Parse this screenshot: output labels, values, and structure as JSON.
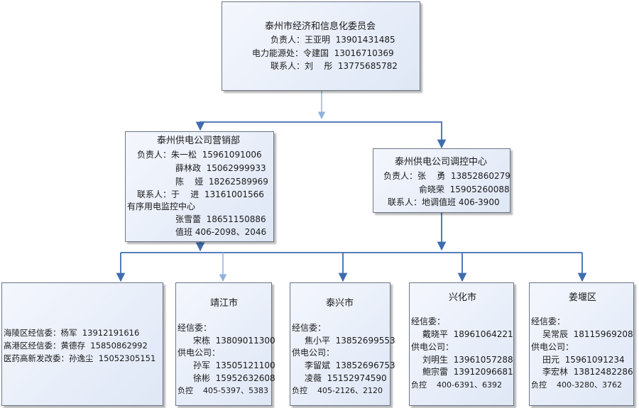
{
  "top": {
    "title": "泰州市经济和信息化委员会",
    "lines": [
      "负责人：王亚明  13901431485",
      "电力能源处：令建国  13016710369",
      "联系人：刘    彤  13775685782"
    ]
  },
  "sales": {
    "title": "泰州供电公司营销部",
    "lines": [
      "负责人：朱一松  15961091006",
      "薛林政  15062999933",
      "陈    娅  18262589969",
      "联系人：于    进  13161001566",
      "有序用电监控中心",
      "张雪蕾  18651150886",
      "值班 406-2098、2046"
    ]
  },
  "dispatch": {
    "title": "泰州供电公司调控中心",
    "lines": [
      "负责人：张    勇  13852860279",
      "俞晓荣  15905260088",
      "联系人：地调值班 406-3900"
    ]
  },
  "districts": [
    {
      "title": "",
      "lines": [
        "海陵区经信委：杨军  13912191616",
        "高港区经信委：黄德存  15850862992",
        "医药高新发改委：孙逸尘  15052305151"
      ]
    },
    {
      "title": "靖江市",
      "lines": [
        "经信委：",
        "宋栋  13809011300",
        "供电公司：",
        "孙军  13505121100",
        "徐彬  15952632608",
        "负控    405-5397、5383"
      ]
    },
    {
      "title": "泰兴市",
      "lines": [
        "经信委：",
        "焦小平  13852699553",
        "供电公司：",
        "李留斌  13852696753",
        "凌薇  15152974590",
        "负控    405-2126、2120"
      ]
    },
    {
      "title": "兴化市",
      "lines": [
        "经信委：",
        "戴晓平  18961064221",
        "供电公司：",
        "刘明生  13961057288",
        "鲍宗雷  13912096681",
        "负控    400-6391、6392"
      ]
    },
    {
      "title": "姜堰区",
      "lines": [
        "经信委：",
        "吴常辰  18115969208",
        "供电公司：",
        "田元  15961091234",
        "李宏林  13812482286",
        "负控    400-3280、3762"
      ]
    }
  ],
  "colors": {
    "line": "#3f6cb0",
    "arrow_light": "#8fb2dd",
    "box_border": "#6d7686"
  }
}
